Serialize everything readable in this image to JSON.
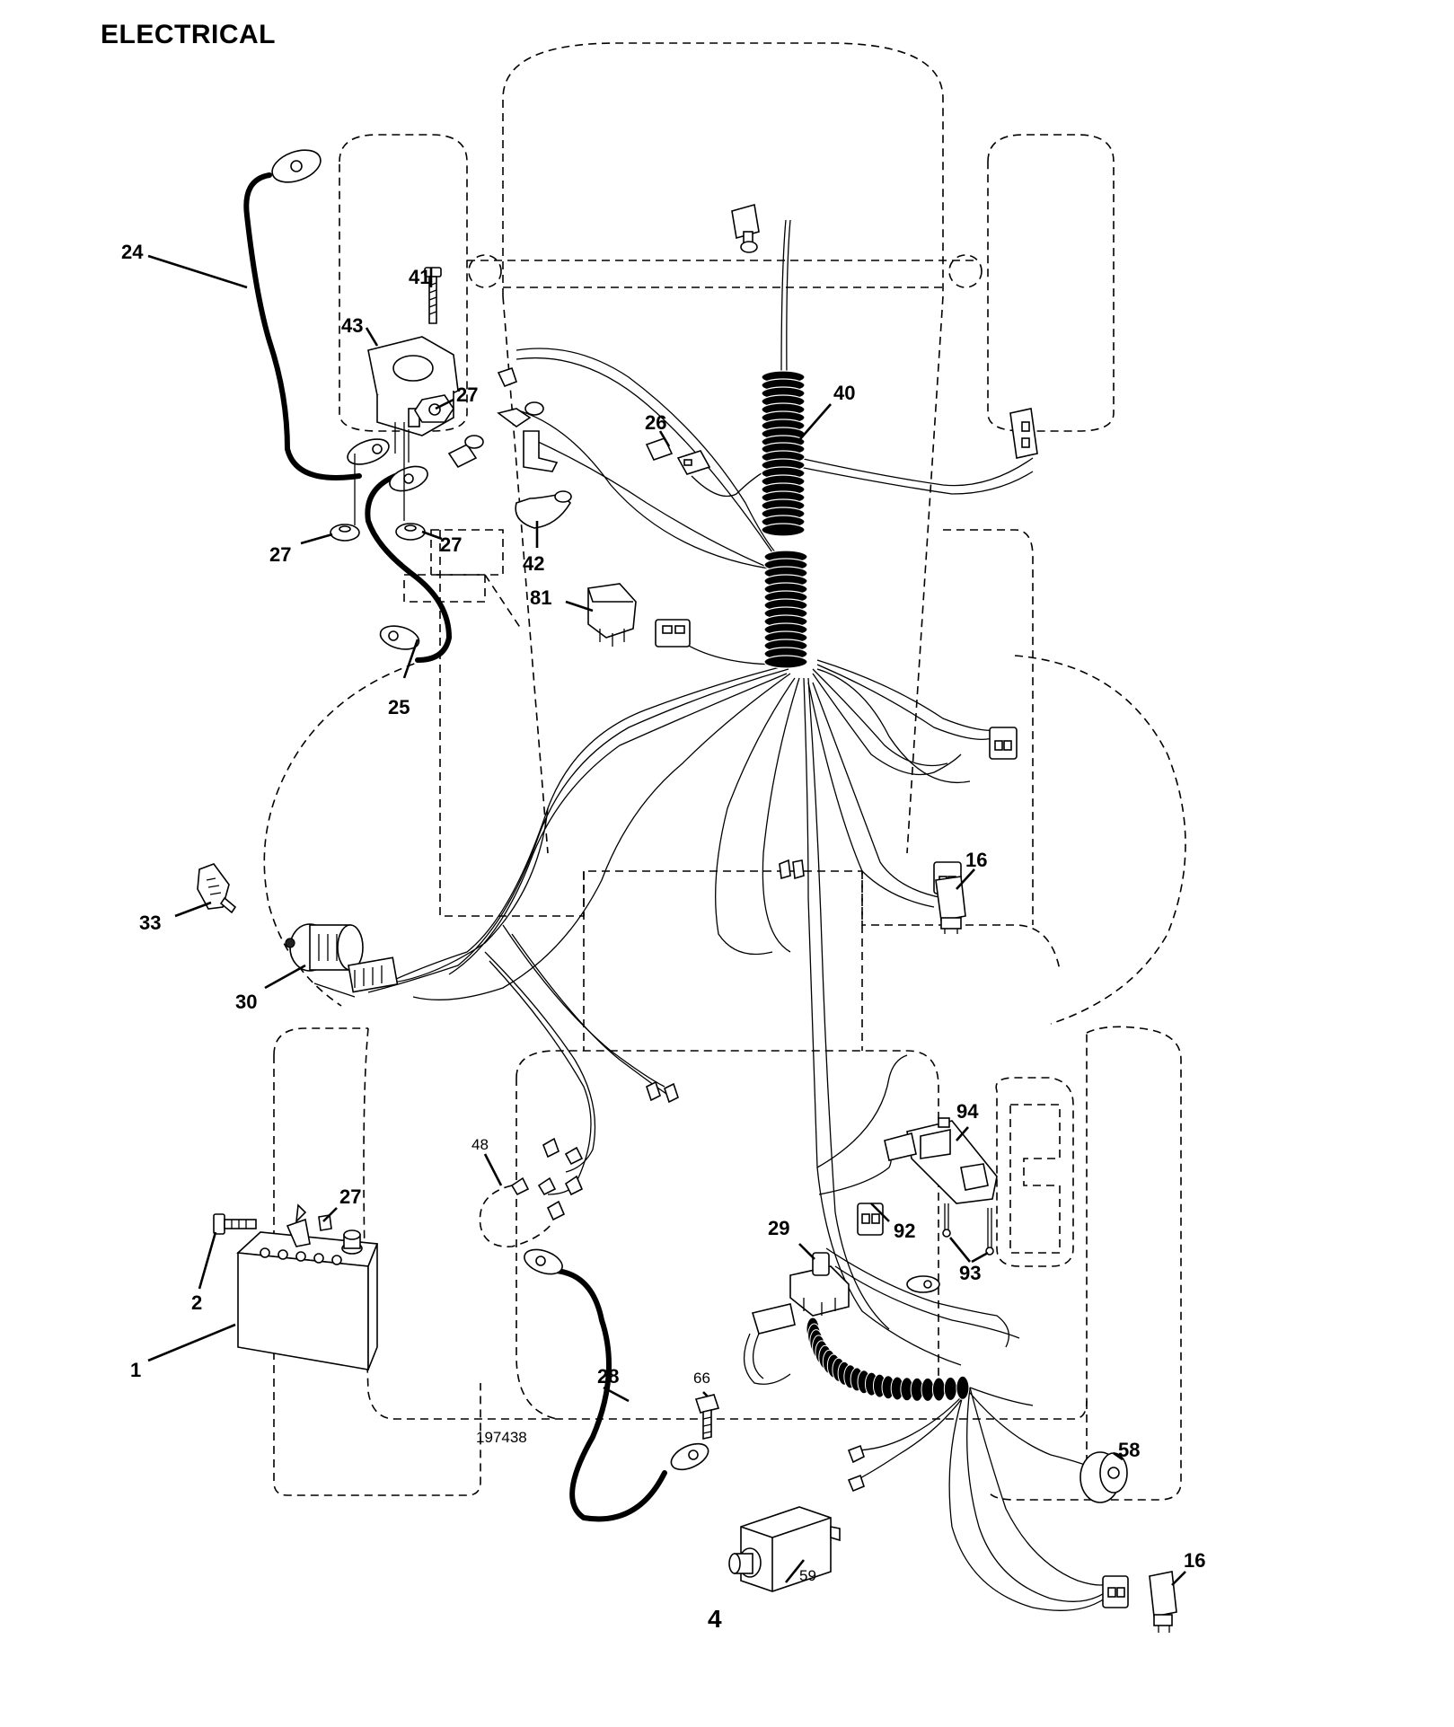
{
  "title": "ELECTRICAL",
  "drawing_number": "197438",
  "page_number": "4",
  "callouts": {
    "c1": "1",
    "c2": "2",
    "c16a": "16",
    "c16b": "16",
    "c24": "24",
    "c25": "25",
    "c26": "26",
    "c27a": "27",
    "c27b": "27",
    "c27c": "27",
    "c27d": "27",
    "c28": "28",
    "c29": "29",
    "c30": "30",
    "c33": "33",
    "c40": "40",
    "c41": "41",
    "c42": "42",
    "c43": "43",
    "c48": "48",
    "c58": "58",
    "c59": "59",
    "c66": "66",
    "c81": "81",
    "c92": "92",
    "c93": "93",
    "c94": "94"
  }
}
